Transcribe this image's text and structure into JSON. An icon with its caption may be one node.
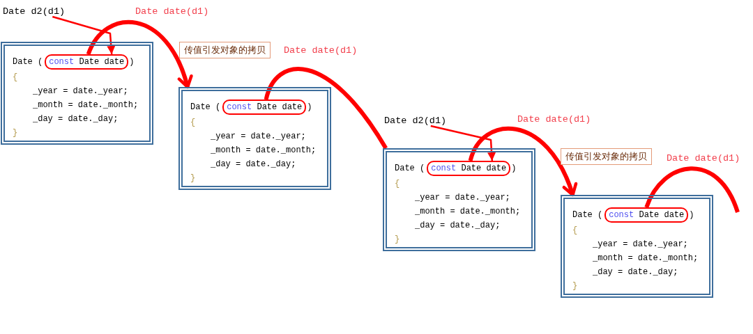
{
  "diagram": {
    "nodes": [
      {
        "text": [
          "Date d2(d1)"
        ]
      },
      {
        "text": [
          "Date (",
          ")",
          "{",
          "_year = date._year;",
          "_month = date._month;",
          "_day = date._day;",
          "}"
        ]
      },
      {
        "text": [
          "const Date date"
        ],
        "in": 1
      },
      {
        "text": [
          "传值引发对象的拷贝"
        ]
      },
      {
        "text": [
          "Date (",
          ")",
          "{",
          "_year = date._year;",
          "_month = date._month;",
          "_day = date._day;",
          "}"
        ]
      },
      {
        "text": [
          "const Date date"
        ],
        "in": 4
      },
      {
        "text": [
          "Date d2(d1)"
        ]
      },
      {
        "text": [
          "Date (",
          ")",
          "{",
          "_year = date._year;",
          "_month = date._month;",
          "_day = date._day;",
          "}"
        ]
      },
      {
        "text": [
          "const Date date"
        ],
        "in": 7
      },
      {
        "text": [
          "传值引发对象的拷贝"
        ]
      },
      {
        "text": [
          "Date (",
          ")",
          "{",
          "_year = date._year;",
          "_month = date._month;",
          "_day = date._day;",
          "}"
        ]
      },
      {
        "text": [
          "const Date date"
        ],
        "in": 10
      }
    ],
    "edges": [
      {
        "from": 0,
        "to": 2,
        "arrow": "to"
      },
      {
        "from": 2,
        "to": 4,
        "arrow": "to",
        "label": "Date date(d1)"
      },
      {
        "from": 5,
        "to": 7,
        "arrow": "none",
        "label": "Date date(d1)"
      },
      {
        "from": 6,
        "to": 8,
        "arrow": "to"
      },
      {
        "from": 8,
        "to": 10,
        "arrow": "to",
        "label": "Date date(d1)"
      },
      {
        "from": 11,
        "to": null,
        "arrow": "none",
        "label": "Date date(d1)"
      }
    ]
  }
}
